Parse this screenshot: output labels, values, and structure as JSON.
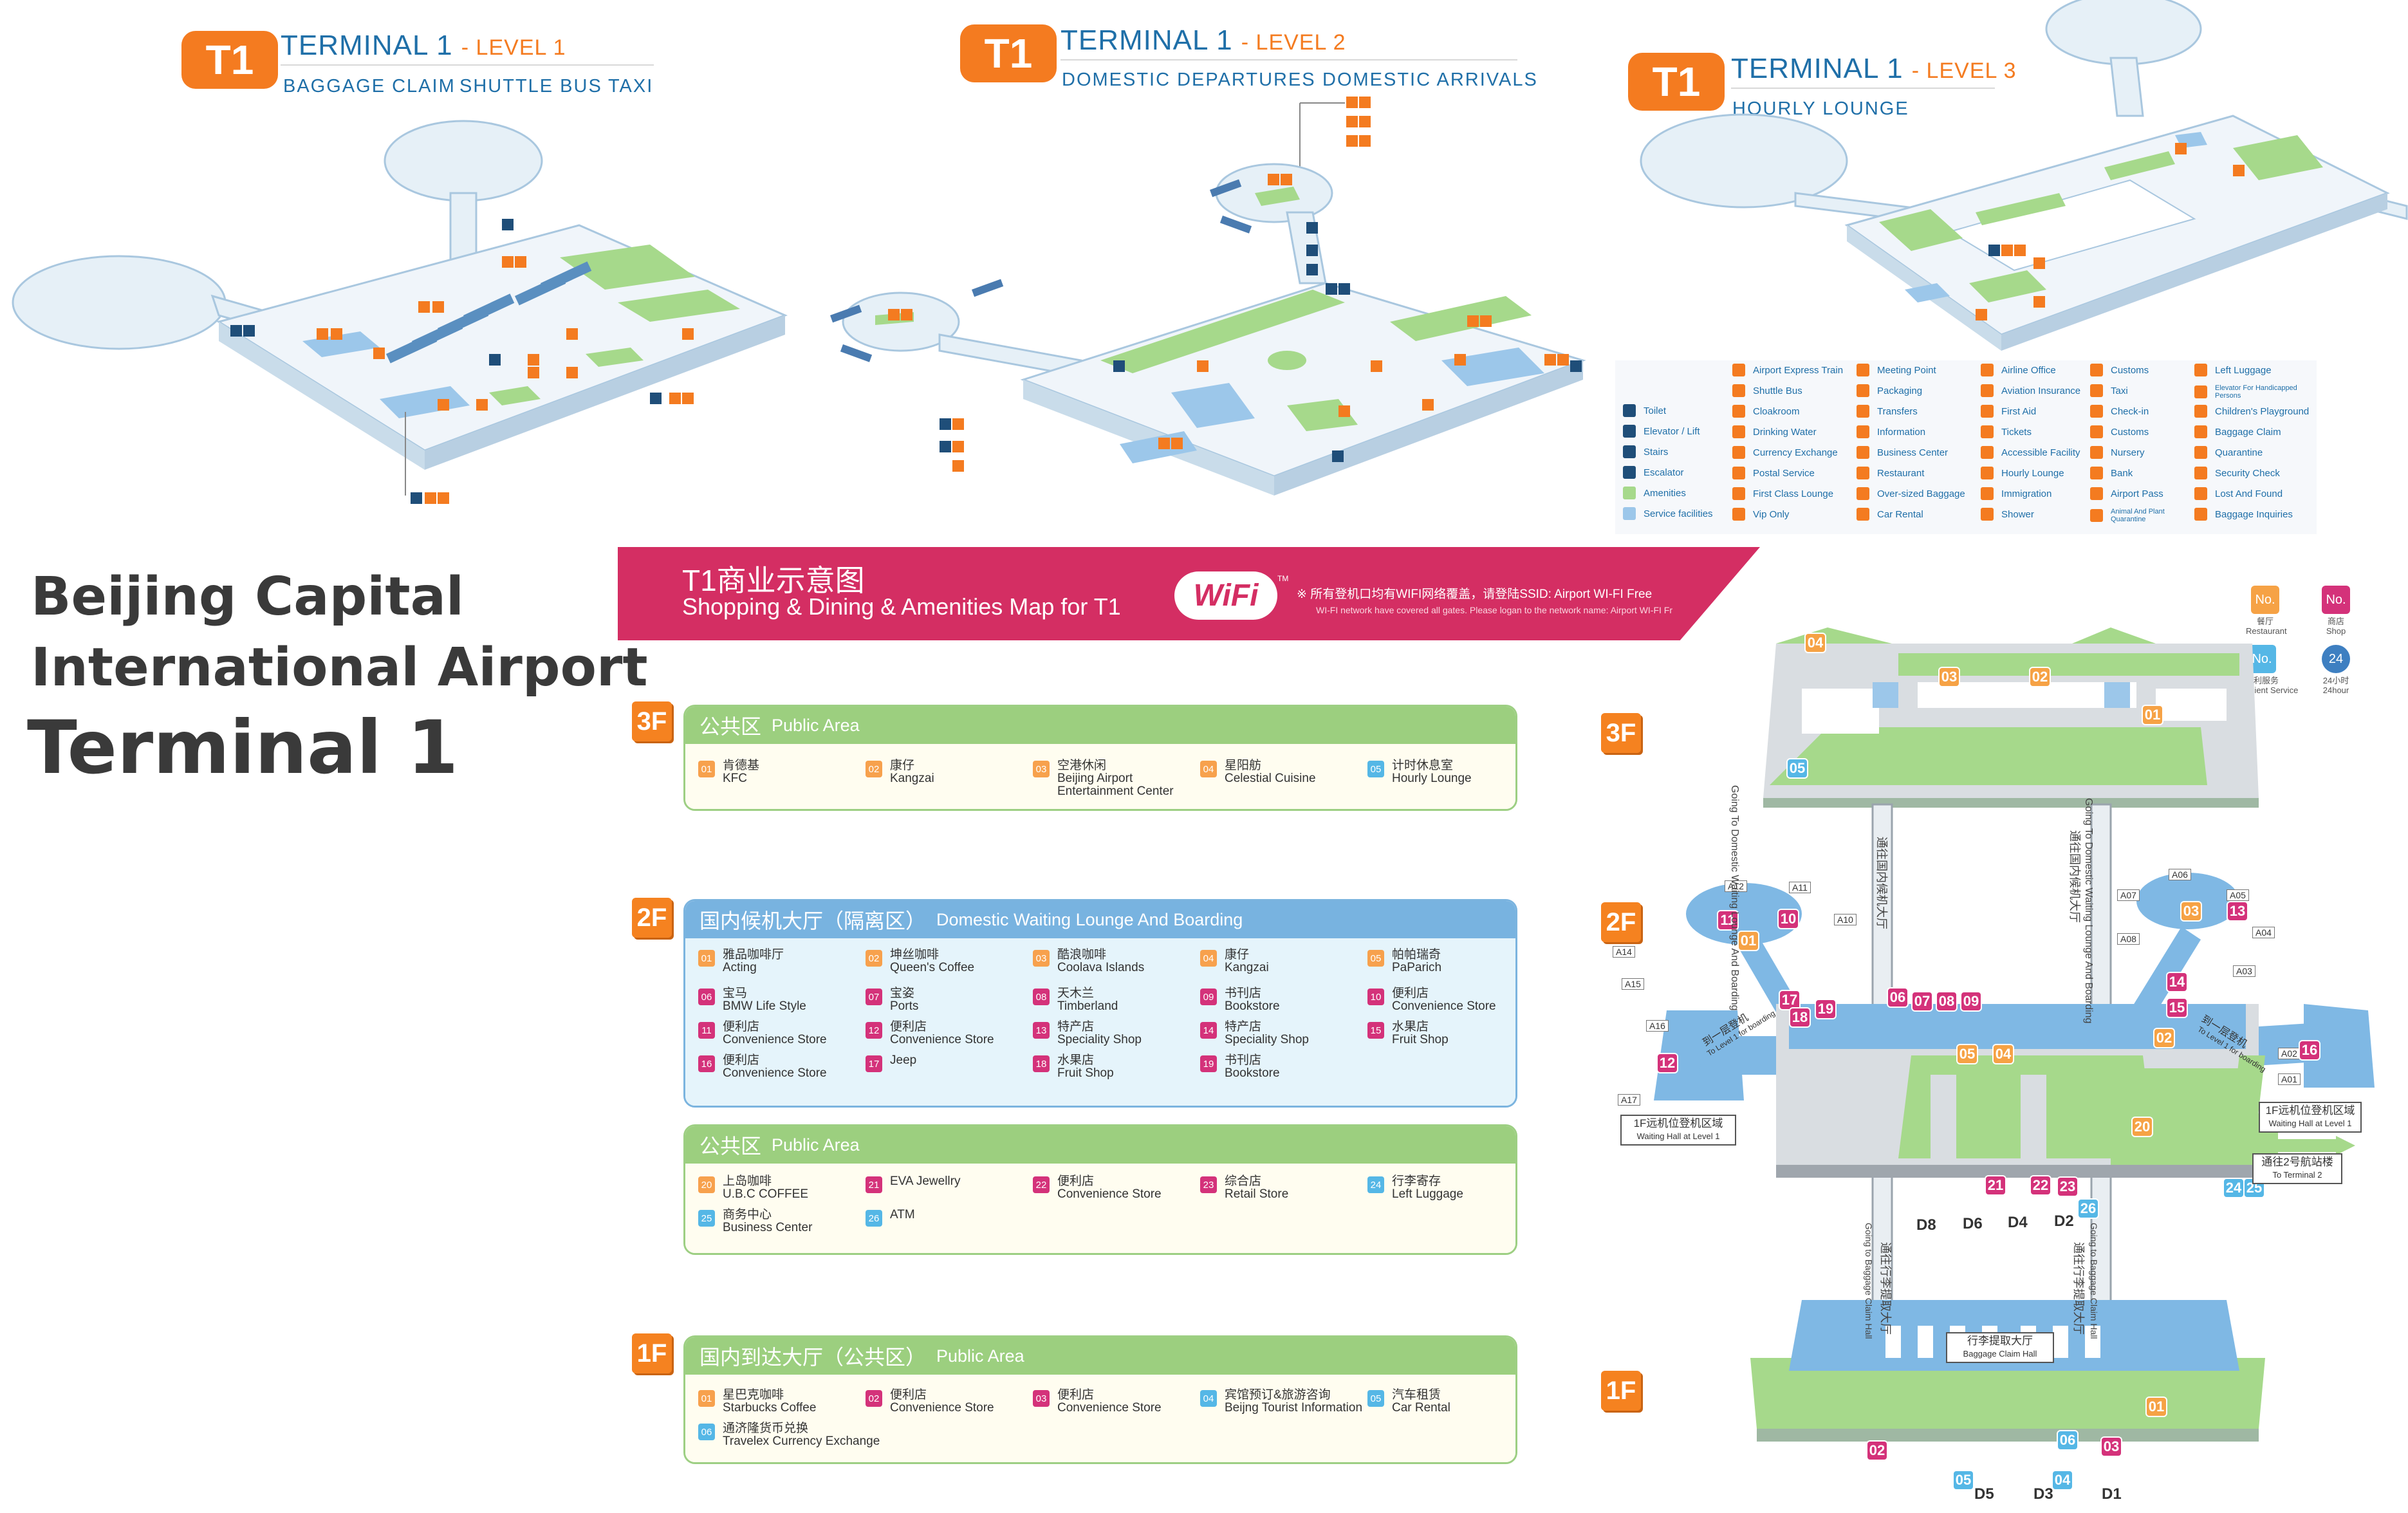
{
  "colors": {
    "orange": "#f47b20",
    "blue": "#1f6fa8",
    "green": "#9ccf7f",
    "magenta": "#d42e63",
    "light_blue": "#78b3e0"
  },
  "level1": {
    "badge": "T1",
    "title": "TERMINAL 1",
    "level": "- LEVEL 1",
    "subs": [
      "BAGGAGE CLAIM",
      "SHUTTLE BUS",
      "TAXI"
    ]
  },
  "level2": {
    "badge": "T1",
    "title": "TERMINAL 1",
    "level": "- LEVEL 2",
    "subs": [
      "DOMESTIC DEPARTURES",
      "DOMESTIC ARRIVALS"
    ]
  },
  "level3": {
    "badge": "T1",
    "title": "TERMINAL 1",
    "level": "- LEVEL 3",
    "subs": [
      "HOURLY LOUNGE"
    ]
  },
  "legend": {
    "col0": [
      {
        "label": "Toilet",
        "icon": "toilet-icon",
        "color": "#1f4e79"
      },
      {
        "label": "Elevator / Lift",
        "icon": "elevator-icon",
        "color": "#1f4e79"
      },
      {
        "label": "Stairs",
        "icon": "stairs-icon",
        "color": "#1f4e79"
      },
      {
        "label": "Escalator",
        "icon": "escalator-icon",
        "color": "#1f4e79"
      },
      {
        "label": "Amenities",
        "icon": "amenities-swatch",
        "color": "#a6d98b"
      },
      {
        "label": "Service facilities",
        "icon": "service-swatch",
        "color": "#9cc7ea"
      }
    ],
    "col1": [
      "Airport Express Train",
      "Shuttle Bus",
      "Cloakroom",
      "Drinking Water",
      "Currency Exchange",
      "Postal Service",
      "First Class Lounge",
      "Vip Only"
    ],
    "col2": [
      "Meeting Point",
      "Packaging",
      "Transfers",
      "Information",
      "Business Center",
      "Restaurant",
      "Over-sized Baggage",
      "Car Rental"
    ],
    "col3": [
      "Airline Office",
      "Aviation Insurance",
      "First Aid",
      "Tickets",
      "Accessible Facility",
      "Hourly Lounge",
      "Immigration",
      "Shower"
    ],
    "col4": [
      "Customs",
      "Taxi",
      "Check-in",
      "Customs",
      "Nursery",
      "Bank",
      "Airport Pass",
      "Animal And Plant Quarantine"
    ],
    "col5": [
      "Left Luggage",
      "Elevator For Handicapped Persons",
      "Children's Playground",
      "Baggage Claim",
      "Quarantine",
      "Security Check",
      "Lost And Found",
      "Baggage Inquiries"
    ]
  },
  "big_title": [
    "Beijing Capital",
    "International Airport",
    "Terminal 1"
  ],
  "banner": {
    "cn": "T1商业示意图",
    "en": "Shopping & Dining & Amenities Map for T1",
    "wifi": "WiFi",
    "wifi_tm": "TM",
    "note_cn": "※ 所有登机口均有WIFI网络覆盖，请登陆SSID: Airport WI-FI Free",
    "note_en": "WI-FI network have covered all gates. Please logan to the network name: Airport WI-FI Fr"
  },
  "floors": {
    "f3": {
      "tag": "3F",
      "header_cn": "公共区",
      "header_en": "Public Area",
      "shops": [
        {
          "n": "01",
          "c": "o",
          "cn": "肯德基",
          "en": "KFC"
        },
        {
          "n": "02",
          "c": "o",
          "cn": "康仔",
          "en": "Kangzai"
        },
        {
          "n": "03",
          "c": "o",
          "cn": "空港休闲",
          "en": "Beijing Airport",
          "en2": "Entertainment Center"
        },
        {
          "n": "04",
          "c": "o",
          "cn": "星阳舫",
          "en": "Celestial Cuisine"
        },
        {
          "n": "05",
          "c": "b",
          "cn": "计时休息室",
          "en": "Hourly Lounge"
        }
      ]
    },
    "f2": {
      "tag": "2F",
      "header_cn": "国内候机大厅（隔离区）",
      "header_en": "Domestic Waiting Lounge And Boarding",
      "shops": [
        {
          "n": "01",
          "c": "o",
          "cn": "雅品咖啡厅",
          "en": "Acting"
        },
        {
          "n": "02",
          "c": "o",
          "cn": "坤丝咖啡",
          "en": "Queen's Coffee"
        },
        {
          "n": "03",
          "c": "o",
          "cn": "酷浪咖啡",
          "en": "Coolava Islands"
        },
        {
          "n": "04",
          "c": "o",
          "cn": "康仔",
          "en": "Kangzai"
        },
        {
          "n": "05",
          "c": "o",
          "cn": "帕帕瑞奇",
          "en": "PaParich"
        },
        {
          "n": "06",
          "c": "p",
          "cn": "宝马",
          "en": "BMW Life Style"
        },
        {
          "n": "07",
          "c": "p",
          "cn": "宝姿",
          "en": "Ports"
        },
        {
          "n": "08",
          "c": "p",
          "cn": "天木兰",
          "en": "Timberland"
        },
        {
          "n": "09",
          "c": "p",
          "cn": "书刊店",
          "en": "Bookstore"
        },
        {
          "n": "10",
          "c": "p",
          "cn": "便利店",
          "en": "Convenience Store"
        },
        {
          "n": "11",
          "c": "p",
          "cn": "便利店",
          "en": "Convenience Store"
        },
        {
          "n": "12",
          "c": "p",
          "cn": "便利店",
          "en": "Convenience Store"
        },
        {
          "n": "13",
          "c": "p",
          "cn": "特产店",
          "en": "Speciality Shop"
        },
        {
          "n": "14",
          "c": "p",
          "cn": "特产店",
          "en": "Speciality Shop"
        },
        {
          "n": "15",
          "c": "p",
          "cn": "水果店",
          "en": "Fruit Shop"
        },
        {
          "n": "16",
          "c": "p",
          "cn": "便利店",
          "en": "Convenience Store"
        },
        {
          "n": "17",
          "c": "p",
          "cn": "",
          "en": "Jeep"
        },
        {
          "n": "18",
          "c": "p",
          "cn": "水果店",
          "en": "Fruit Shop"
        },
        {
          "n": "19",
          "c": "p",
          "cn": "书刊店",
          "en": "Bookstore"
        }
      ]
    },
    "f2pub": {
      "header_cn": "公共区",
      "header_en": "Public Area",
      "shops": [
        {
          "n": "20",
          "c": "o",
          "cn": "上岛咖啡",
          "en": "U.B.C COFFEE"
        },
        {
          "n": "21",
          "c": "p",
          "cn": "",
          "en": "EVA Jewellry"
        },
        {
          "n": "22",
          "c": "p",
          "cn": "便利店",
          "en": "Convenience Store"
        },
        {
          "n": "23",
          "c": "p",
          "cn": "综合店",
          "en": "Retail Store"
        },
        {
          "n": "24",
          "c": "b",
          "cn": "行李寄存",
          "en": "Left Luggage"
        },
        {
          "n": "25",
          "c": "b",
          "cn": "商务中心",
          "en": "Business Center"
        },
        {
          "n": "26",
          "c": "b",
          "cn": "",
          "en": "ATM"
        }
      ]
    },
    "f1": {
      "tag": "1F",
      "header_cn": "国内到达大厅（公共区）",
      "header_en": "Public Area",
      "shops": [
        {
          "n": "01",
          "c": "o",
          "cn": "星巴克咖啡",
          "en": "Starbucks Coffee"
        },
        {
          "n": "02",
          "c": "p",
          "cn": "便利店",
          "en": "Convenience Store"
        },
        {
          "n": "03",
          "c": "p",
          "cn": "便利店",
          "en": "Convenience Store"
        },
        {
          "n": "04",
          "c": "b",
          "cn": "宾馆预订&旅游咨询",
          "en": "Beijng Tourist Information"
        },
        {
          "n": "05",
          "c": "b",
          "cn": "汽车租赁",
          "en": "Car Rental"
        },
        {
          "n": "06",
          "c": "b",
          "cn": "通济隆货币兑换",
          "en": "Travelex Currency Exchange"
        }
      ]
    }
  },
  "map_key": {
    "restaurant": {
      "sym": "No.",
      "cn": "餐厅",
      "en": "Restaurant"
    },
    "shop": {
      "sym": "No.",
      "cn": "商店",
      "en": "Shop"
    },
    "service": {
      "sym": "No.",
      "cn": "便利服务",
      "en": "Convenient Service"
    },
    "h24": {
      "sym": "24",
      "cn": "24小时",
      "en": "24hour"
    }
  },
  "map_labels": {
    "waiting_hall_cn": "1F远机位登机区域",
    "waiting_hall_en": "Waiting Hall at Level 1",
    "to_t2_cn": "通往2号航站楼",
    "to_t2_en": "To Terminal 2",
    "baggage_cn": "行李提取大厅",
    "baggage_en": "Baggage Claim Hall",
    "gates_2f": [
      "D8",
      "D6",
      "D4",
      "D2"
    ],
    "gates_1f": [
      "D5",
      "D3",
      "D1"
    ],
    "going_domestic": "Going To Domestic Waiting Lounge And Boarding",
    "going_domestic_cn": "通往国内候机大厅",
    "going_baggage": "Going to Baggage Claim Hall",
    "going_baggage_cn": "通往行李提取大厅",
    "to_level1_cn": "到一层登机",
    "to_level1_en": "To Level 1 for boarding",
    "gates_a_left": [
      "A12",
      "A11",
      "A10",
      "A14",
      "A15",
      "A16",
      "A17"
    ],
    "gates_a_right": [
      "A06",
      "A07",
      "A05",
      "A08",
      "A04",
      "A03",
      "A02",
      "A01"
    ],
    "markers_3f": [
      "04",
      "03",
      "02",
      "01",
      "05"
    ],
    "markers_2f_left": [
      "11",
      "10",
      "01",
      "17",
      "18",
      "19",
      "12"
    ],
    "markers_2f_mid": [
      "06",
      "07",
      "08",
      "09",
      "05",
      "04"
    ],
    "markers_2f_right": [
      "03",
      "13",
      "14",
      "15",
      "02",
      "16"
    ],
    "markers_2f_pub": [
      "20",
      "21",
      "22",
      "23",
      "24",
      "25",
      "26"
    ],
    "markers_1f": [
      "01",
      "02",
      "03",
      "06",
      "05",
      "04"
    ]
  }
}
